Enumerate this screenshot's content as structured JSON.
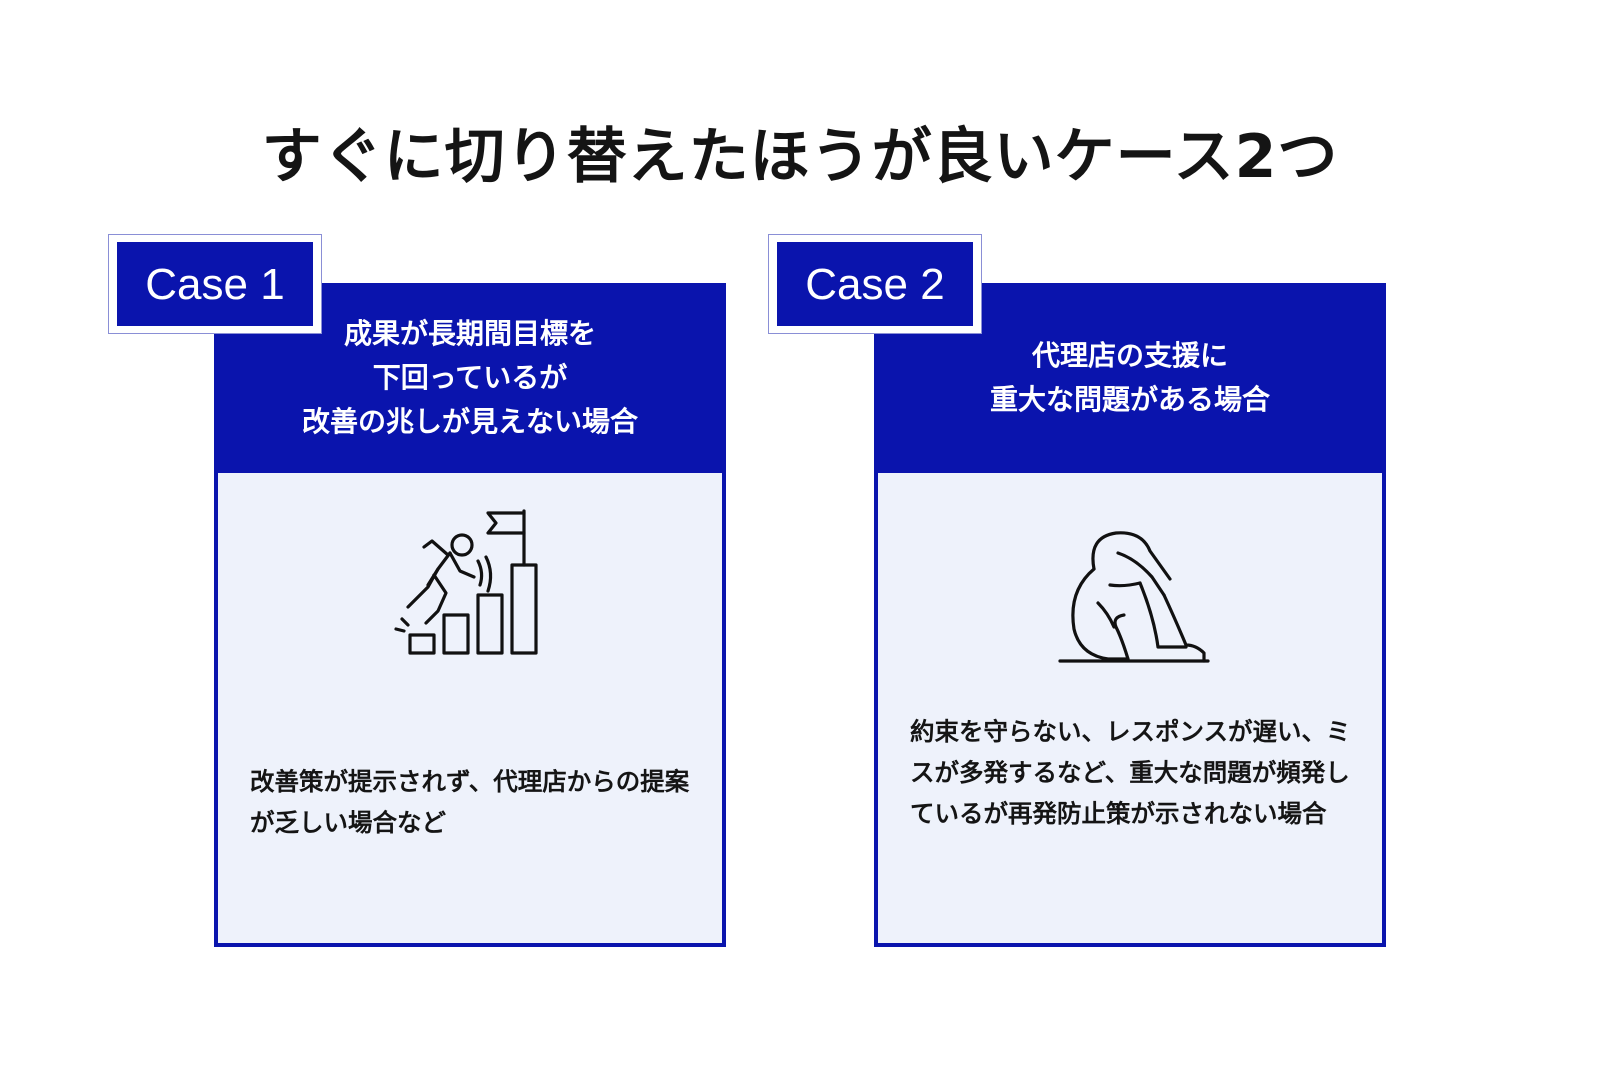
{
  "title": "すぐに切り替えたほうが良いケース2つ",
  "colors": {
    "accent": "#0A14AD",
    "card_bg": "#EEF2FB",
    "text": "#141414"
  },
  "cases": [
    {
      "badge": "Case 1",
      "heading": "成果が長期間目標を\n下回っているが\n改善の兆しが見えない場合",
      "icon": "falling-person-bar-chart-icon",
      "description": "改善策が提示されず、代理店からの提案が乏しい場合など"
    },
    {
      "badge": "Case 2",
      "heading": "代理店の支援に\n重大な問題がある場合",
      "icon": "distressed-person-sitting-icon",
      "description": "約束を守らない、レスポンスが遅い、ミスが多発するなど、重大な問題が頻発しているが再発防止策が示されない場合"
    }
  ]
}
